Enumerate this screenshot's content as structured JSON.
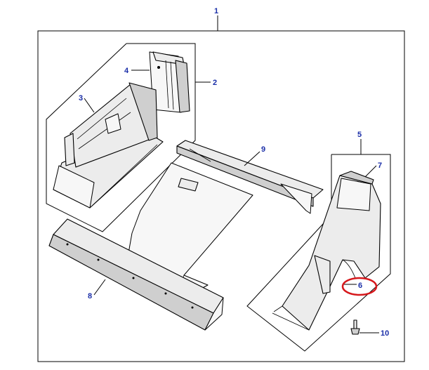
{
  "callouts": {
    "c1": "1",
    "c2": "2",
    "c3": "3",
    "c4": "4",
    "c5": "5",
    "c6": "6",
    "c7": "7",
    "c8": "8",
    "c9": "9",
    "c10": "10"
  },
  "highlight": {
    "target": "6",
    "color": "#d6181c"
  },
  "colors": {
    "callout_text": "#1a2ea8",
    "line": "#000000",
    "part_fill": "#ececec",
    "background": "#ffffff"
  }
}
